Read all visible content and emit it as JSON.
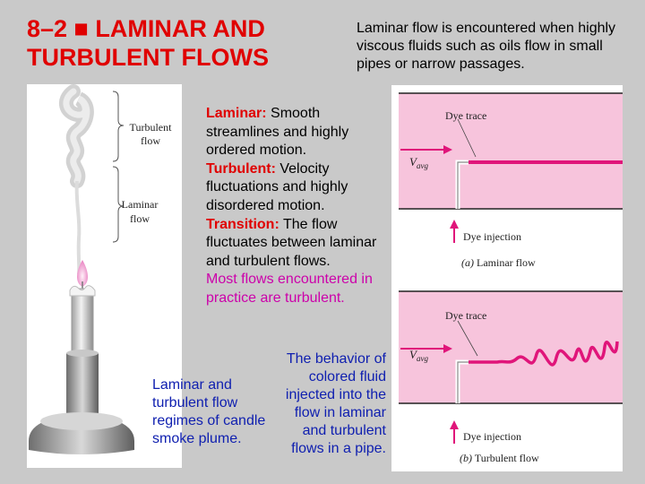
{
  "title": {
    "line1": "8–2 ■ LAMINAR AND",
    "line2": "TURBULENT FLOWS"
  },
  "top_note": "Laminar flow is encountered when highly viscous fluids such as oils flow in small pipes or narrow passages.",
  "definitions": {
    "laminar_term": "Laminar:",
    "laminar_text": " Smooth streamlines and highly ordered motion.",
    "turbulent_term": "Turbulent:",
    "turbulent_text": " Velocity fluctuations and highly disordered motion.",
    "transition_term": "Transition:",
    "transition_text": " The flow fluctuates between laminar and turbulent flows.",
    "practice_note": "Most flows encountered in practice are turbulent."
  },
  "candle_figure": {
    "turbulent_label_1": "Turbulent",
    "turbulent_label_2": "flow",
    "laminar_label_1": "Laminar",
    "laminar_label_2": "flow"
  },
  "candle_caption": "Laminar and turbulent flow regimes of candle smoke plume.",
  "pipe_caption": "The behavior of colored fluid injected into the flow in laminar and turbulent flows in a pipe.",
  "pipe_figure": {
    "dye_trace": "Dye trace",
    "v_main": "V",
    "v_sub": "avg",
    "dye_injection": "Dye injection",
    "laminar_caption_tag": "(a)",
    "laminar_caption": " Laminar flow",
    "turbulent_caption_tag": "(b)",
    "turbulent_caption": " Turbulent flow"
  },
  "colors": {
    "title": "#e00000",
    "caption_blue": "#1020b0",
    "pipe_fill": "#f7c4dc",
    "dye": "#e0157a"
  }
}
